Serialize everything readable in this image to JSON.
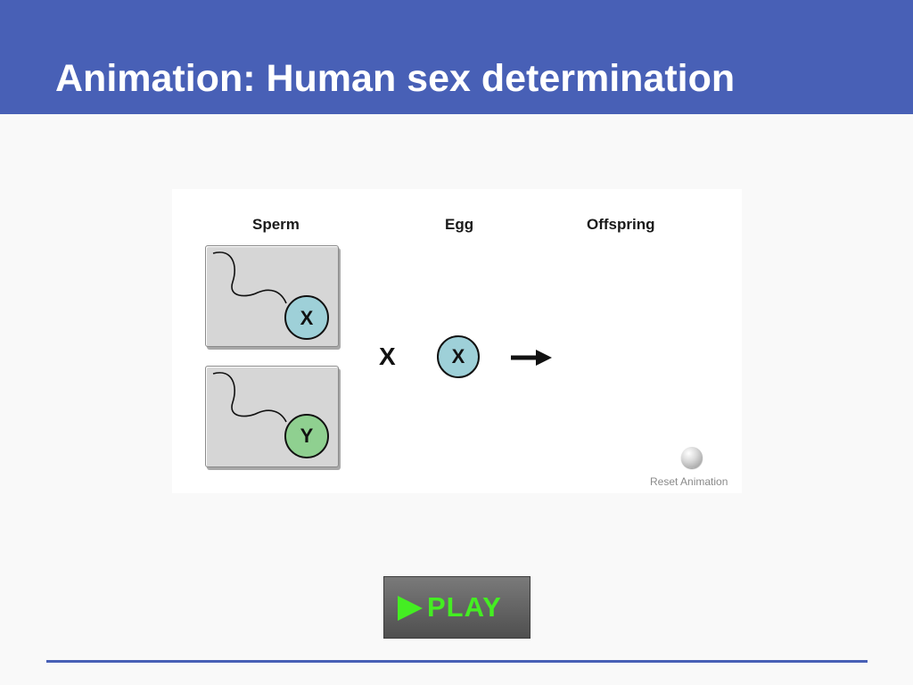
{
  "slide": {
    "title": "Animation: Human sex determination"
  },
  "animation": {
    "headers": {
      "sperm": "Sperm",
      "egg": "Egg",
      "offspring": "Offspring"
    },
    "sperm_cells": [
      {
        "chromosome": "X",
        "color": "#9ed0d8"
      },
      {
        "chromosome": "Y",
        "color": "#8fd090"
      }
    ],
    "cross_symbol": "X",
    "egg_cell": {
      "chromosome": "X",
      "color": "#9ed0d8"
    },
    "reset_label": "Reset Animation"
  },
  "play_button": {
    "label": "PLAY",
    "text_color": "#44ee22"
  },
  "colors": {
    "title_bar": "#4860b6",
    "background": "#f9f9f9"
  }
}
